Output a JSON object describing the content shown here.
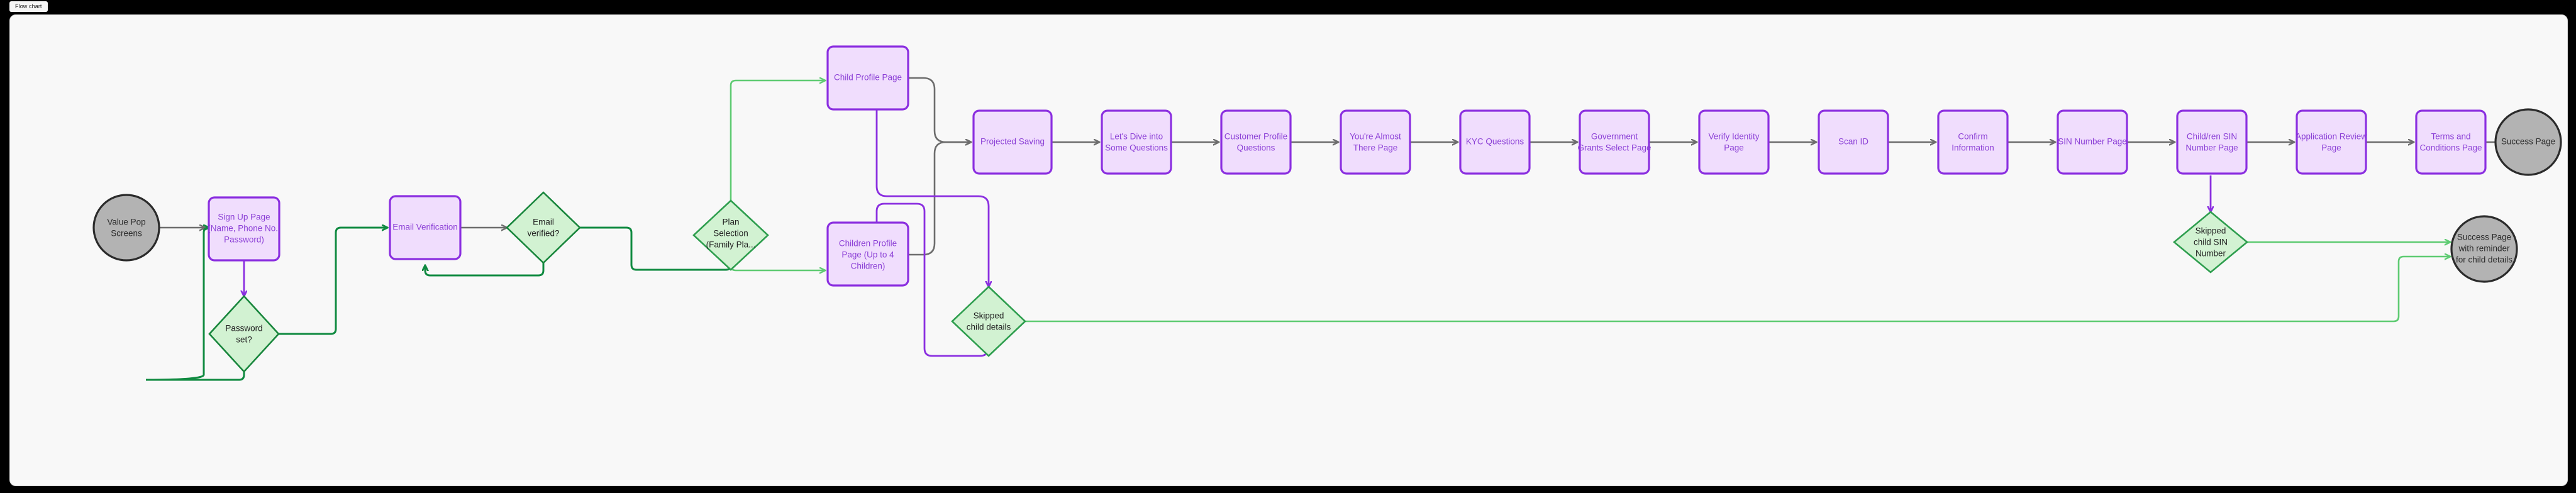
{
  "window": {
    "tab_label": "Flow chart",
    "background_color": "#000000",
    "canvas_color": "#f8f8f8"
  },
  "theme": {
    "process_fill": "#f0ddfd",
    "process_stroke": "#8b2fe0",
    "process_text": "#8b3fd6",
    "decision_fill": "#d2f2d2",
    "decision_stroke_dark": "#18863c",
    "decision_stroke_light": "#5ecb72",
    "decision_text": "#222222",
    "terminal_fill": "#b3b3b3",
    "terminal_stroke": "#2b2b2b",
    "terminal_text": "#2b2b2b",
    "edge_gray": "#6d6d6d",
    "edge_purple": "#8b2fe0",
    "edge_green_dark": "#0f8a40",
    "edge_green_light": "#5ecb72"
  },
  "chart_data": {
    "type": "diagram",
    "diagram_kind": "flowchart",
    "title": "Flow chart",
    "nodes": [
      {
        "id": "value_pop",
        "shape": "terminal",
        "label": "Value Pop Screens",
        "lines": [
          "Value Pop",
          "Screens"
        ]
      },
      {
        "id": "sign_up",
        "shape": "process",
        "label": "Sign Up Page (Name, Phone No., Password)",
        "lines": [
          "Sign Up Page",
          "(Name, Phone No.,",
          "Password)"
        ]
      },
      {
        "id": "password_set",
        "shape": "decision",
        "label": "Password set?",
        "lines": [
          "Password",
          "set?"
        ]
      },
      {
        "id": "email_verification",
        "shape": "process",
        "label": "Email Verification",
        "lines": [
          "Email Verification"
        ]
      },
      {
        "id": "email_verified",
        "shape": "decision",
        "label": "Email verified?",
        "lines": [
          "Email",
          "verified?"
        ]
      },
      {
        "id": "plan_selection",
        "shape": "decision",
        "label": "Plan Selection (Family Pla...",
        "lines": [
          "Plan",
          "Selection",
          "(Family Pla..."
        ]
      },
      {
        "id": "child_profile",
        "shape": "process",
        "label": "Child Profile Page",
        "lines": [
          "Child Profile Page"
        ]
      },
      {
        "id": "children_profile",
        "shape": "process",
        "label": "Children Profile Page (Up to 4 Children)",
        "lines": [
          "Children Profile",
          "Page (Up to 4",
          "Children)"
        ]
      },
      {
        "id": "skipped_child_details",
        "shape": "decision",
        "label": "Skipped child details",
        "lines": [
          "Skipped",
          "child details"
        ]
      },
      {
        "id": "projected_saving",
        "shape": "process",
        "label": "Projected Saving",
        "lines": [
          "Projected Saving"
        ]
      },
      {
        "id": "lets_dive",
        "shape": "process",
        "label": "Let's Dive into Some Questions",
        "lines": [
          "Let's Dive into",
          "Some Questions"
        ]
      },
      {
        "id": "customer_profile_q",
        "shape": "process",
        "label": "Customer Profile Questions",
        "lines": [
          "Customer Profile",
          "Questions"
        ]
      },
      {
        "id": "almost_there",
        "shape": "process",
        "label": "You're Almost There Page",
        "lines": [
          "You're Almost",
          "There Page"
        ]
      },
      {
        "id": "kyc_questions",
        "shape": "process",
        "label": "KYC Questions",
        "lines": [
          "KYC Questions"
        ]
      },
      {
        "id": "gov_grants",
        "shape": "process",
        "label": "Government Grants Select Page",
        "lines": [
          "Government",
          "Grants Select Page"
        ]
      },
      {
        "id": "verify_identity",
        "shape": "process",
        "label": "Verify Identity Page",
        "lines": [
          "Verify Identity",
          "Page"
        ]
      },
      {
        "id": "scan_id",
        "shape": "process",
        "label": "Scan ID",
        "lines": [
          "Scan ID"
        ]
      },
      {
        "id": "confirm_info",
        "shape": "process",
        "label": "Confirm Information",
        "lines": [
          "Confirm",
          "Information"
        ]
      },
      {
        "id": "sin_number",
        "shape": "process",
        "label": "SIN Number Page",
        "lines": [
          "SIN Number Page"
        ]
      },
      {
        "id": "child_sin_number",
        "shape": "process",
        "label": "Child/ren SIN Number Page",
        "lines": [
          "Child/ren SIN",
          "Number Page"
        ]
      },
      {
        "id": "skipped_child_sin",
        "shape": "decision",
        "label": "Skipped child SIN Number",
        "lines": [
          "Skipped",
          "child SIN",
          "Number"
        ]
      },
      {
        "id": "application_review",
        "shape": "process",
        "label": "Application Review Page",
        "lines": [
          "Application Review",
          "Page"
        ]
      },
      {
        "id": "terms_conditions",
        "shape": "process",
        "label": "Terms and Conditions Page",
        "lines": [
          "Terms and",
          "Conditions Page"
        ]
      },
      {
        "id": "success_page",
        "shape": "terminal",
        "label": "Success Page",
        "lines": [
          "Success Page"
        ]
      },
      {
        "id": "success_reminder",
        "shape": "terminal",
        "label": "Success Page with reminder for child details",
        "lines": [
          "Success Page",
          "with reminder",
          "for child details"
        ]
      }
    ],
    "edges": [
      {
        "from": "value_pop",
        "to": "sign_up",
        "color": "gray"
      },
      {
        "from": "sign_up",
        "to": "password_set",
        "color": "purple"
      },
      {
        "from": "password_set",
        "to": "sign_up",
        "color": "green_dark"
      },
      {
        "from": "password_set",
        "to": "email_verification",
        "color": "green_dark"
      },
      {
        "from": "email_verification",
        "to": "email_verified",
        "color": "gray"
      },
      {
        "from": "email_verified",
        "to": "email_verification",
        "color": "green_dark"
      },
      {
        "from": "email_verified",
        "to": "plan_selection",
        "color": "green_dark"
      },
      {
        "from": "plan_selection",
        "to": "child_profile",
        "color": "green_light"
      },
      {
        "from": "plan_selection",
        "to": "children_profile",
        "color": "green_light"
      },
      {
        "from": "child_profile",
        "to": "projected_saving",
        "color": "gray"
      },
      {
        "from": "children_profile",
        "to": "projected_saving",
        "color": "gray"
      },
      {
        "from": "child_profile",
        "to": "skipped_child_details",
        "color": "purple"
      },
      {
        "from": "children_profile",
        "to": "skipped_child_details",
        "color": "purple"
      },
      {
        "from": "skipped_child_details",
        "to": "success_reminder",
        "color": "green_light"
      },
      {
        "from": "projected_saving",
        "to": "lets_dive",
        "color": "gray"
      },
      {
        "from": "lets_dive",
        "to": "customer_profile_q",
        "color": "gray"
      },
      {
        "from": "customer_profile_q",
        "to": "almost_there",
        "color": "gray"
      },
      {
        "from": "almost_there",
        "to": "kyc_questions",
        "color": "gray"
      },
      {
        "from": "kyc_questions",
        "to": "gov_grants",
        "color": "gray"
      },
      {
        "from": "gov_grants",
        "to": "verify_identity",
        "color": "gray"
      },
      {
        "from": "verify_identity",
        "to": "scan_id",
        "color": "gray"
      },
      {
        "from": "scan_id",
        "to": "confirm_info",
        "color": "gray"
      },
      {
        "from": "confirm_info",
        "to": "sin_number",
        "color": "gray"
      },
      {
        "from": "sin_number",
        "to": "child_sin_number",
        "color": "gray"
      },
      {
        "from": "child_sin_number",
        "to": "application_review",
        "color": "gray"
      },
      {
        "from": "child_sin_number",
        "to": "skipped_child_sin",
        "color": "purple"
      },
      {
        "from": "skipped_child_sin",
        "to": "success_reminder",
        "color": "green_light"
      },
      {
        "from": "application_review",
        "to": "terms_conditions",
        "color": "gray"
      },
      {
        "from": "terms_conditions",
        "to": "success_page",
        "color": "gray"
      }
    ]
  }
}
